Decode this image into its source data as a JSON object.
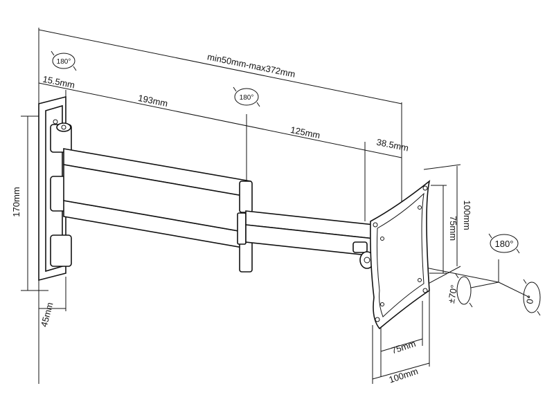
{
  "dimensions": {
    "total_length": "min50mm-max372mm",
    "wall_offset": "15.5mm",
    "arm_1": "193mm",
    "arm_2": "125mm",
    "head_depth": "38.5mm",
    "plate_height": "170mm",
    "plate_width": "45mm",
    "vesa_v_outer": "100mm",
    "vesa_v_inner": "75mm",
    "vesa_h_inner": "75mm",
    "vesa_h_outer": "100mm"
  },
  "rotations": {
    "wall_swivel": "180°",
    "elbow_swivel": "180°",
    "head_swivel": "180°",
    "tilt": "±70°",
    "rotate": "0°"
  }
}
